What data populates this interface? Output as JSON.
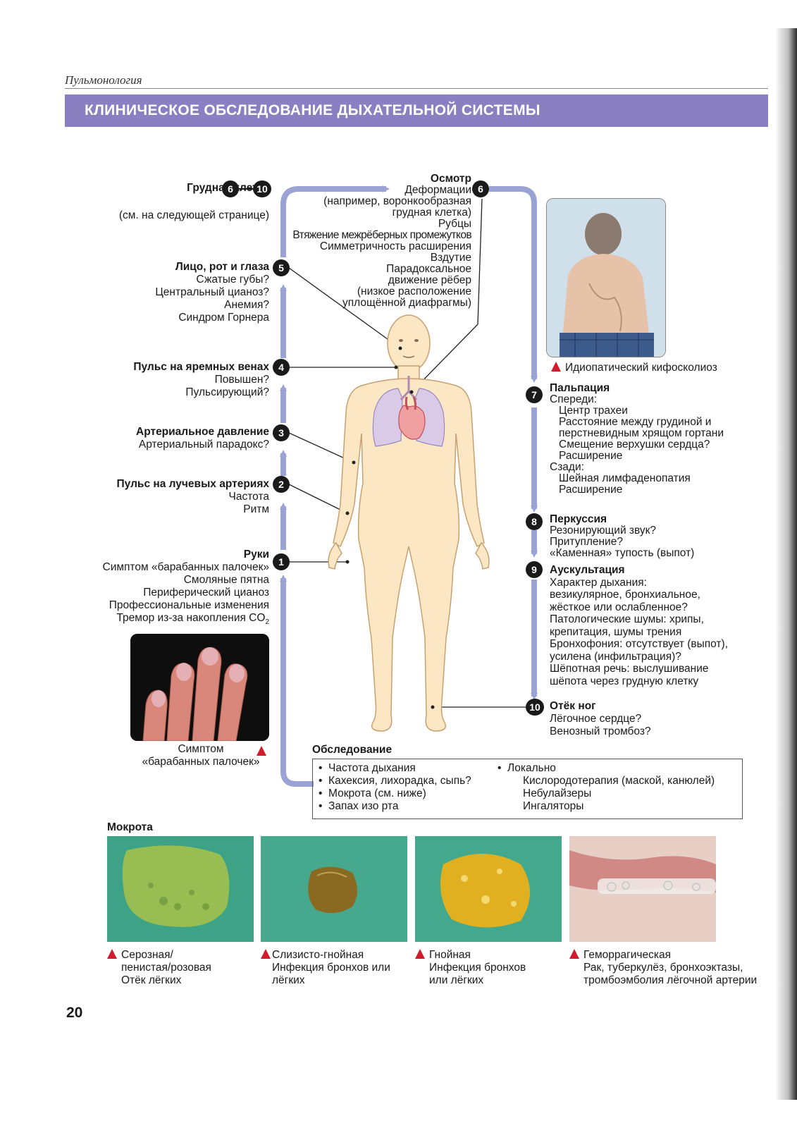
{
  "header": {
    "section": "Пульмонология",
    "title": "КЛИНИЧЕСКОЕ ОБСЛЕДОВАНИЕ ДЫХАТЕЛЬНОЙ СИСТЕМЫ"
  },
  "left": {
    "chest": {
      "title": "Грудная клетка",
      "badge_from": "6",
      "badge_to": "10",
      "note": "(см. на следующей странице)"
    },
    "face": {
      "title": "Лицо, рот и глаза",
      "badge": "5",
      "lines": [
        "Сжатые губы?",
        "Центральный цианоз?",
        "Анемия?",
        "Синдром Горнера"
      ]
    },
    "jvp": {
      "title": "Пульс на яремных венах",
      "badge": "4",
      "lines": [
        "Повышен?",
        "Пульсирующий?"
      ]
    },
    "bp": {
      "title": "Артериальное давление",
      "badge": "3",
      "lines": [
        "Артериальный парадокс?"
      ]
    },
    "radial": {
      "title": "Пульс на лучевых артериях",
      "badge": "2",
      "lines": [
        "Частота",
        "Ритм"
      ]
    },
    "hands": {
      "title": "Руки",
      "badge": "1",
      "lines": [
        "Симптом «барабанных палочек»",
        "Смоляные пятна",
        "Периферический цианоз",
        "Профессиональные изменения"
      ],
      "last_line": "Тремор из-за накопления CO",
      "last_sub": "2"
    },
    "clubbing_caption": [
      "Симптом",
      "«барабанных палочек»"
    ]
  },
  "inspection": {
    "title": "Осмотр",
    "badge": "6",
    "lines": [
      "Деформации",
      "(например, воронкообразная",
      "грудная клетка)",
      "Рубцы",
      "Втяжение межрёберных промежутков",
      "Симметричность расширения",
      "Вздутие",
      "Парадоксальное",
      "движение рёбер",
      "(низкое расположение",
      "уплощённой диафрагмы)"
    ]
  },
  "right": {
    "kypho_caption": "Идиопатический кифосколиоз",
    "palpation": {
      "title": "Пальпация",
      "badge": "7",
      "front": "Спереди:",
      "front_items": [
        "Центр трахеи",
        "Расстояние между грудиной и",
        "перстневидным хрящом гортани",
        "Смещение верхушки сердца?",
        "Расширение"
      ],
      "back": "Сзади:",
      "back_items": [
        "Шейная лимфаденопатия",
        "Расширение"
      ]
    },
    "percussion": {
      "title": "Перкуссия",
      "badge": "8",
      "lines": [
        "Резонирующий звук?",
        "Притупление?",
        "«Каменная» тупость (выпот)"
      ]
    },
    "auscultation": {
      "title": "Аускультация",
      "badge": "9",
      "lines": [
        "Характер дыхания:",
        "везикулярное, бронхиальное,",
        "жёсткое или ослабленное?",
        "Патологические шумы: хрипы,",
        "крепитация, шумы трения",
        "Бронхофония: отсутствует (выпот),",
        "усилена (инфильтрация)?",
        "Шёпотная речь: выслушивание",
        "шёпота через грудную клетку"
      ]
    },
    "legs": {
      "title": "Отёк ног",
      "badge": "10",
      "lines": [
        "Лёгочное сердце?",
        "Венозный тромбоз?"
      ]
    }
  },
  "exam": {
    "title": "Обследование",
    "col1": [
      "Частота дыхания",
      "Кахексия, лихорадка, сыпь?",
      "Мокрота (см. ниже)",
      "Запах изо рта"
    ],
    "col2_head": "Локально",
    "col2": [
      "Кислородотерапия (маской, канюлей)",
      "Небулайзеры",
      "Ингаляторы"
    ]
  },
  "sputum": {
    "title": "Мокрота",
    "items": [
      {
        "lines": [
          "Серозная/",
          "пенистая/розовая",
          "Отёк лёгких"
        ]
      },
      {
        "lines": [
          "Слизисто-гнойная",
          "Инфекция бронхов или",
          "лёгких"
        ]
      },
      {
        "lines": [
          "Гнойная",
          "Инфекция бронхов",
          "или лёгких"
        ]
      },
      {
        "lines": [
          "Геморрагическая",
          "Рак, туберкулёз, бронхоэктазы,",
          "тромбоэмболия лёгочной артерии"
        ]
      }
    ]
  },
  "page_number": "20",
  "colors": {
    "accent": "#8a7fc0",
    "arrow": "#9aa3d4",
    "marker": "#d01c2c",
    "body": "#fbe7c4"
  }
}
